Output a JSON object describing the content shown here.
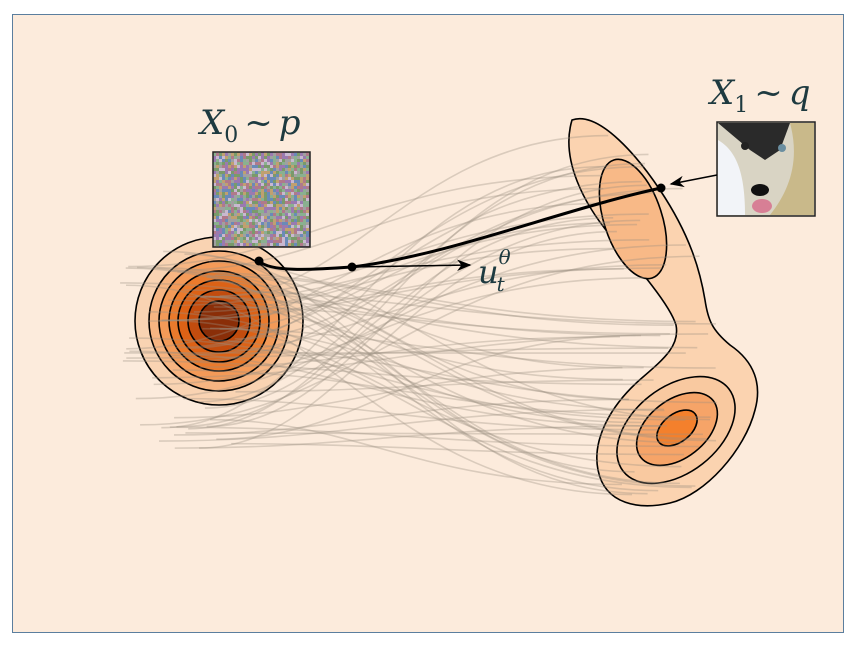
{
  "source": {
    "var": "X",
    "sub": "0",
    "rel": "~",
    "dist": "p"
  },
  "target": {
    "var": "X",
    "sub": "1",
    "rel": "~",
    "dist": "q"
  },
  "velocity": {
    "var": "u",
    "sub": "t",
    "sup": "θ"
  },
  "colors": {
    "background": "#fcebdc",
    "frame": "#5b7e9e",
    "source_dark": "#8a2e08",
    "target_mid": "#f4883a",
    "stream": "#b8aca0",
    "text": "#1e3a40"
  }
}
